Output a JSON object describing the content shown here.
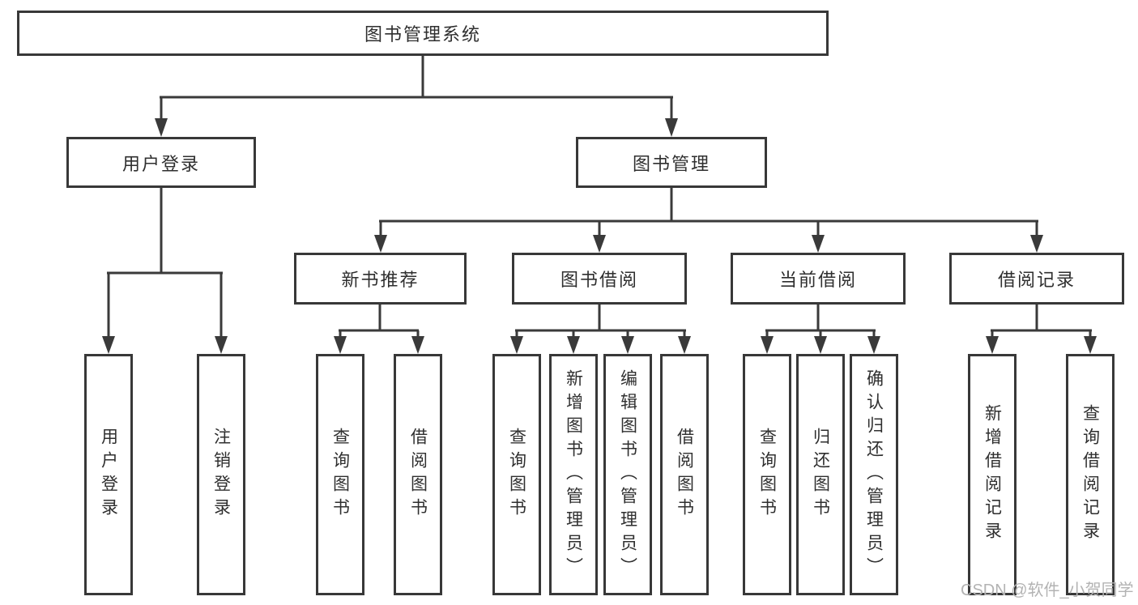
{
  "diagram_title": "图书管理系统",
  "tree": {
    "root": {
      "label": "图书管理系统",
      "children": [
        {
          "label": "用户登录",
          "children": [
            {
              "label": "用户登录"
            },
            {
              "label": "注销登录"
            }
          ]
        },
        {
          "label": "图书管理",
          "children": [
            {
              "label": "新书推荐",
              "children": [
                {
                  "label": "查询图书"
                },
                {
                  "label": "借阅图书"
                }
              ]
            },
            {
              "label": "图书借阅",
              "children": [
                {
                  "label": "查询图书"
                },
                {
                  "label": "新增图书（管理员）"
                },
                {
                  "label": "编辑图书（管理员）"
                },
                {
                  "label": "借阅图书"
                }
              ]
            },
            {
              "label": "当前借阅",
              "children": [
                {
                  "label": "查询图书"
                },
                {
                  "label": "归还图书"
                },
                {
                  "label": "确认归还（管理员）"
                }
              ]
            },
            {
              "label": "借阅记录",
              "children": [
                {
                  "label": "新增借阅记录"
                },
                {
                  "label": "查询借阅记录"
                }
              ]
            }
          ]
        }
      ]
    }
  },
  "watermark": "CSDN @软件_小贺同学",
  "colors": {
    "line": "#3a3a3a",
    "border": "#383838",
    "text": "#2f2f2f",
    "watermark": "#b3b3b3",
    "background": "#ffffff"
  }
}
